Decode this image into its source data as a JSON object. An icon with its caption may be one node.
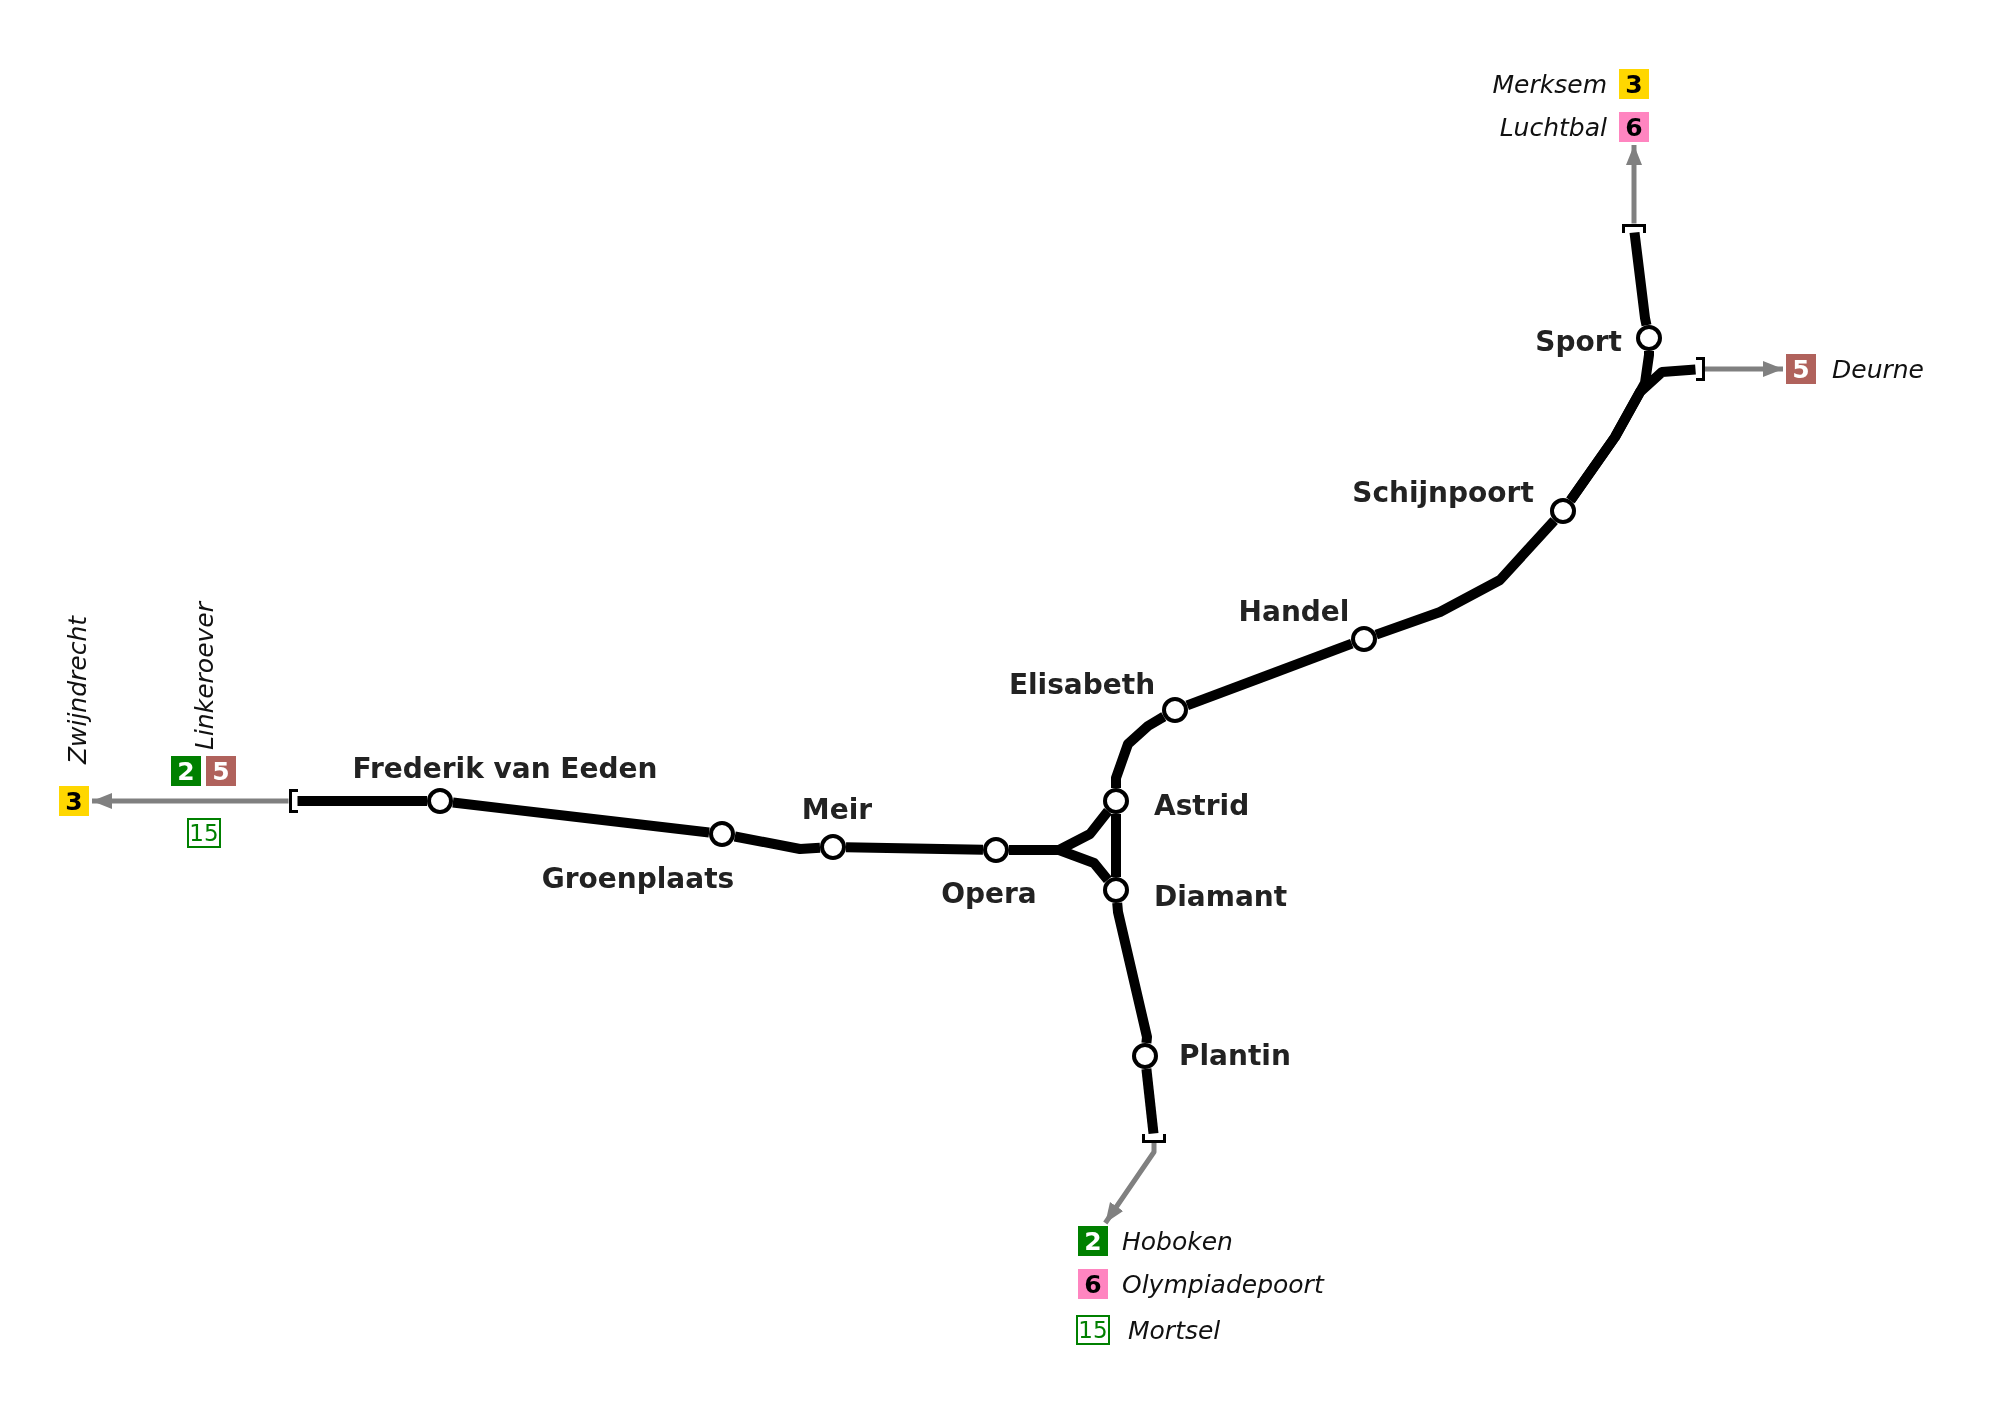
{
  "diagram": {
    "nodes": [
      {
        "text": [
          "Frederik van Eeden"
        ]
      },
      {
        "text": [
          "Groenplaats"
        ]
      },
      {
        "text": [
          "Meir"
        ]
      },
      {
        "text": [
          "Opera"
        ]
      },
      {
        "text": [
          "Astrid"
        ]
      },
      {
        "text": [
          "Diamant"
        ]
      },
      {
        "text": [
          "Plantin"
        ]
      },
      {
        "text": [
          "Elisabeth"
        ]
      },
      {
        "text": [
          "Handel"
        ]
      },
      {
        "text": [
          "Schijnpoort"
        ]
      },
      {
        "text": [
          "Sport"
        ]
      },
      {
        "text": [
          "3"
        ],
        "beside": [
          "Zwijndrecht"
        ]
      },
      {
        "text": [
          "2"
        ],
        "beside": [
          "Linkeroever"
        ]
      },
      {
        "text": [
          "5"
        ]
      },
      {
        "text": [
          "15"
        ]
      },
      {
        "text": [
          "3"
        ],
        "beside": [
          "Merksem"
        ]
      },
      {
        "text": [
          "6"
        ],
        "beside": [
          "Luchtbal"
        ]
      },
      {
        "text": [
          "5"
        ],
        "beside": [
          "Deurne"
        ]
      },
      {
        "text": [
          "2"
        ],
        "beside": [
          "Hoboken"
        ]
      },
      {
        "text": [
          "6"
        ],
        "beside": [
          "Olympiadepoort"
        ]
      },
      {
        "text": [
          "15"
        ],
        "beside": [
          "Mortsel"
        ]
      },
      {
        "text": [],
        "shape": "bar"
      },
      {
        "text": [],
        "shape": "bar"
      },
      {
        "text": [],
        "shape": "bar"
      },
      {
        "text": [],
        "shape": "bar"
      }
    ],
    "edges": [
      {
        "from": 0,
        "to": 1,
        "arrow": "none"
      },
      {
        "from": 1,
        "to": 2,
        "arrow": "none"
      },
      {
        "from": 2,
        "to": 3,
        "arrow": "none"
      },
      {
        "from": 3,
        "to": 4,
        "arrow": "none"
      },
      {
        "from": 3,
        "to": 5,
        "arrow": "none"
      },
      {
        "from": 4,
        "to": 5,
        "arrow": "none"
      },
      {
        "from": 5,
        "to": 6,
        "arrow": "none"
      },
      {
        "from": 4,
        "to": 7,
        "arrow": "none"
      },
      {
        "from": 7,
        "to": 8,
        "arrow": "none"
      },
      {
        "from": 8,
        "to": 9,
        "arrow": "none"
      },
      {
        "from": 9,
        "to": 10,
        "arrow": "none"
      },
      {
        "from": 0,
        "to": 21,
        "arrow": "none"
      },
      {
        "from": 10,
        "to": 23,
        "arrow": "none"
      },
      {
        "from": 9,
        "to": 24,
        "arrow": "none"
      },
      {
        "from": 6,
        "to": 22,
        "arrow": "none"
      },
      {
        "from": 21,
        "to": 11,
        "arrow": "to",
        "color": "#808080"
      },
      {
        "from": 23,
        "to": 16,
        "arrow": "to",
        "color": "#808080"
      },
      {
        "from": 24,
        "to": 17,
        "arrow": "to",
        "color": "#808080"
      },
      {
        "from": 22,
        "to": 18,
        "arrow": "to",
        "color": "#808080"
      }
    ]
  }
}
